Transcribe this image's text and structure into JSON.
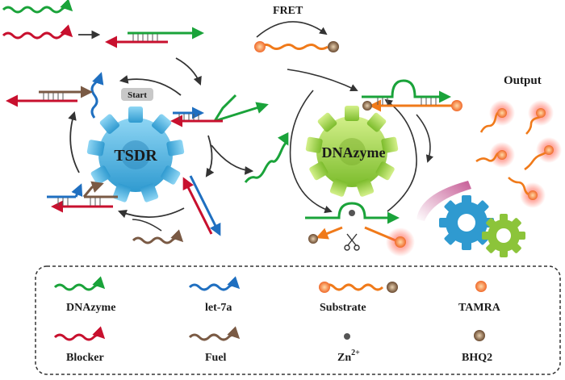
{
  "labels": {
    "fret": "FRET",
    "output": "Output",
    "start": "Start",
    "tsdr": "TSDR",
    "dnazyme": "DNAzyme"
  },
  "legend": {
    "dnazyme": "DNAzyme",
    "blocker": "Blocker",
    "let7a": "let-7a",
    "fuel": "Fuel",
    "substrate": "Substrate",
    "zn": "Zn",
    "zn_sup": "2+",
    "tamra": "TAMRA",
    "bhq2": "BHQ2"
  },
  "colors": {
    "dnazyme_strand": "#1aa33a",
    "blocker_strand": "#c8102e",
    "let7a_strand": "#1f6fc0",
    "fuel_strand": "#7a5a44",
    "substrate_strand": "#f07a1a",
    "tamra_dot": "#f58a4a",
    "bhq2_dot": "#8a6a4a",
    "zn_dot": "#555555",
    "tsdr_gear": "#5ab8e4",
    "dnazyme_gear": "#9fd04a",
    "arrows": "#333333"
  },
  "icons": [
    "scissors-icon",
    "gear-icon"
  ]
}
